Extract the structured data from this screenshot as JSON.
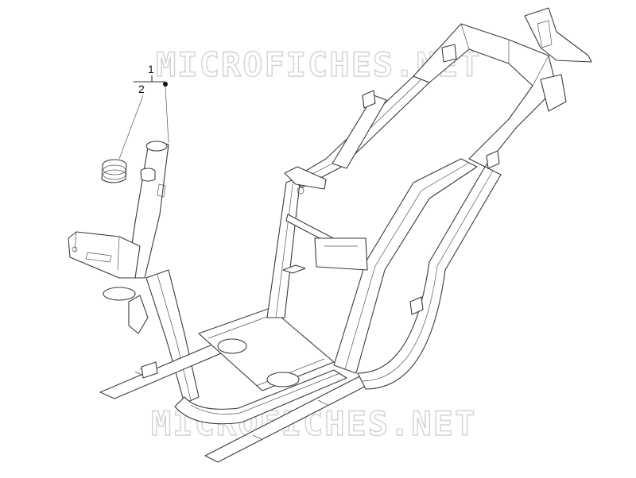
{
  "watermark": {
    "top_text": "MICROFICHES.NET",
    "bottom_text": "MICROFICHES.NET",
    "color": "#d2d2d2"
  },
  "callouts": {
    "assembly_label": "1",
    "sub_label": "2"
  },
  "colors": {
    "line": "#3a3a3a",
    "background": "#ffffff"
  },
  "parts": {
    "frame": "scooter-frame",
    "sleeve": "steering-tube-bushing"
  }
}
